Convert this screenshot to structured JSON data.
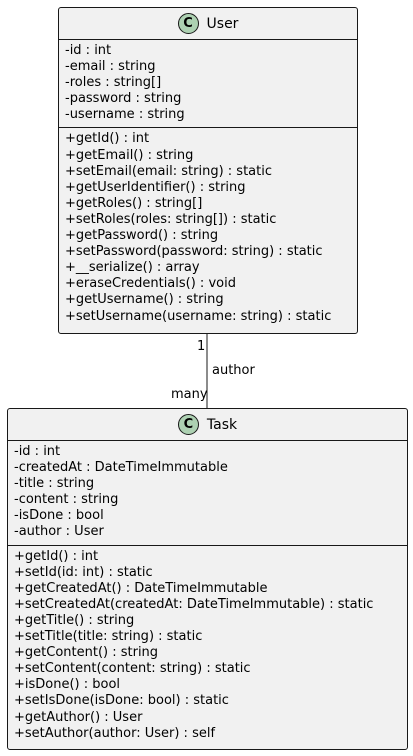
{
  "classes": {
    "user": {
      "stereotype": "C",
      "name": "User",
      "attributes": [
        "-id : int",
        "-email : string",
        "-roles : string[]",
        "-password : string",
        "-username : string"
      ],
      "methods": [
        "+getId() : int",
        "+getEmail() : string",
        "+setEmail(email: string) : static",
        "+getUserIdentifier() : string",
        "+getRoles() : string[]",
        "+setRoles(roles: string[]) : static",
        "+getPassword() : string",
        "+setPassword(password: string) : static",
        "+__serialize() : array",
        "+eraseCredentials() : void",
        "+getUsername() : string",
        "+setUsername(username: string) : static"
      ]
    },
    "task": {
      "stereotype": "C",
      "name": "Task",
      "attributes": [
        "-id : int",
        "-createdAt : DateTimeImmutable",
        "-title : string",
        "-content : string",
        "-isDone : bool",
        "-author : User"
      ],
      "methods": [
        "+getId() : int",
        "+setId(id: int) : static",
        "+getCreatedAt() : DateTimeImmutable",
        "+setCreatedAt(createdAt: DateTimeImmutable) : static",
        "+getTitle() : string",
        "+setTitle(title: string) : static",
        "+getContent() : string",
        "+setContent(content: string) : static",
        "+isDone() : bool",
        "+setIsDone(isDone: bool) : static",
        "+getAuthor() : User",
        "+setAuthor(author: User) : self"
      ]
    }
  },
  "association": {
    "label": "author",
    "source_multiplicity": "1",
    "target_multiplicity": "many"
  },
  "colors": {
    "box_fill": "#f1f1f1",
    "border": "#181818",
    "stereotype_fill": "#add1b2"
  }
}
